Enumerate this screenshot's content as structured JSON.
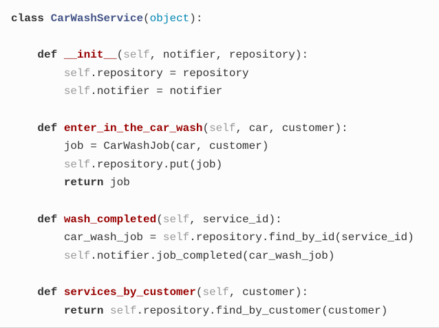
{
  "code": {
    "language": "python",
    "colors": {
      "keyword": "#333333",
      "class_name": "#445588",
      "function_name": "#990000",
      "builtin": "#0086b3",
      "self": "#999999",
      "text": "#333333",
      "background": "#fcfcfc"
    },
    "lines": [
      [
        {
          "t": "kw",
          "v": "class"
        },
        {
          "t": "txt",
          "v": " "
        },
        {
          "t": "cls",
          "v": "CarWashService"
        },
        {
          "t": "txt",
          "v": "("
        },
        {
          "t": "bi",
          "v": "object"
        },
        {
          "t": "txt",
          "v": "):"
        }
      ],
      [],
      [
        {
          "t": "txt",
          "v": "    "
        },
        {
          "t": "kw",
          "v": "def"
        },
        {
          "t": "txt",
          "v": " "
        },
        {
          "t": "fn",
          "v": "__init__"
        },
        {
          "t": "txt",
          "v": "("
        },
        {
          "t": "slf",
          "v": "self"
        },
        {
          "t": "txt",
          "v": ", notifier, repository):"
        }
      ],
      [
        {
          "t": "txt",
          "v": "        "
        },
        {
          "t": "slf",
          "v": "self"
        },
        {
          "t": "txt",
          "v": ".repository = repository"
        }
      ],
      [
        {
          "t": "txt",
          "v": "        "
        },
        {
          "t": "slf",
          "v": "self"
        },
        {
          "t": "txt",
          "v": ".notifier = notifier"
        }
      ],
      [],
      [
        {
          "t": "txt",
          "v": "    "
        },
        {
          "t": "kw",
          "v": "def"
        },
        {
          "t": "txt",
          "v": " "
        },
        {
          "t": "fn",
          "v": "enter_in_the_car_wash"
        },
        {
          "t": "txt",
          "v": "("
        },
        {
          "t": "slf",
          "v": "self"
        },
        {
          "t": "txt",
          "v": ", car, customer):"
        }
      ],
      [
        {
          "t": "txt",
          "v": "        job = CarWashJob(car, customer)"
        }
      ],
      [
        {
          "t": "txt",
          "v": "        "
        },
        {
          "t": "slf",
          "v": "self"
        },
        {
          "t": "txt",
          "v": ".repository.put(job)"
        }
      ],
      [
        {
          "t": "txt",
          "v": "        "
        },
        {
          "t": "kw",
          "v": "return"
        },
        {
          "t": "txt",
          "v": " job"
        }
      ],
      [],
      [
        {
          "t": "txt",
          "v": "    "
        },
        {
          "t": "kw",
          "v": "def"
        },
        {
          "t": "txt",
          "v": " "
        },
        {
          "t": "fn",
          "v": "wash_completed"
        },
        {
          "t": "txt",
          "v": "("
        },
        {
          "t": "slf",
          "v": "self"
        },
        {
          "t": "txt",
          "v": ", service_id):"
        }
      ],
      [
        {
          "t": "txt",
          "v": "        car_wash_job = "
        },
        {
          "t": "slf",
          "v": "self"
        },
        {
          "t": "txt",
          "v": ".repository.find_by_id(service_id)"
        }
      ],
      [
        {
          "t": "txt",
          "v": "        "
        },
        {
          "t": "slf",
          "v": "self"
        },
        {
          "t": "txt",
          "v": ".notifier.job_completed(car_wash_job)"
        }
      ],
      [],
      [
        {
          "t": "txt",
          "v": "    "
        },
        {
          "t": "kw",
          "v": "def"
        },
        {
          "t": "txt",
          "v": " "
        },
        {
          "t": "fn",
          "v": "services_by_customer"
        },
        {
          "t": "txt",
          "v": "("
        },
        {
          "t": "slf",
          "v": "self"
        },
        {
          "t": "txt",
          "v": ", customer):"
        }
      ],
      [
        {
          "t": "txt",
          "v": "        "
        },
        {
          "t": "kw",
          "v": "return"
        },
        {
          "t": "txt",
          "v": " "
        },
        {
          "t": "slf",
          "v": "self"
        },
        {
          "t": "txt",
          "v": ".repository.find_by_customer(customer)"
        }
      ]
    ]
  }
}
